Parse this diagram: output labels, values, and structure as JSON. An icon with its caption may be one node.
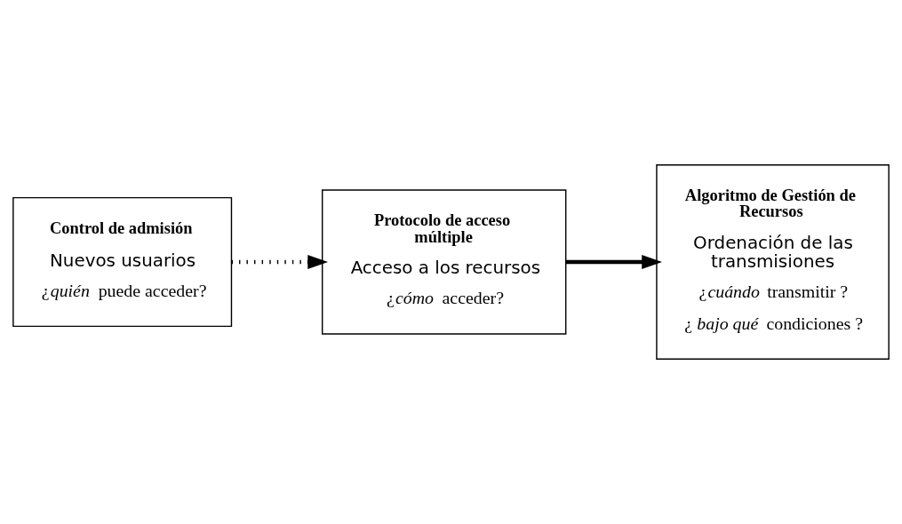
{
  "diagram": {
    "nodes": [
      {
        "text": [
          "Control de admisión",
          "Nuevos usuarios",
          "¿*quién* puede acceder?"
        ]
      },
      {
        "text": [
          "Protocolo de acceso múltiple",
          "Acceso a los recursos",
          "¿*cómo* acceder?"
        ]
      },
      {
        "text": [
          "Algoritmo de Gestión de Recursos",
          "Ordenación de las transmisiones",
          "¿*cuándo* transmitir ?",
          "¿ *bajo qué* condiciones ?"
        ]
      }
    ],
    "edges": [
      {
        "from": 0,
        "to": 1,
        "arrow": "to",
        "style": "dashed"
      },
      {
        "from": 1,
        "to": 2,
        "arrow": "to"
      }
    ]
  }
}
